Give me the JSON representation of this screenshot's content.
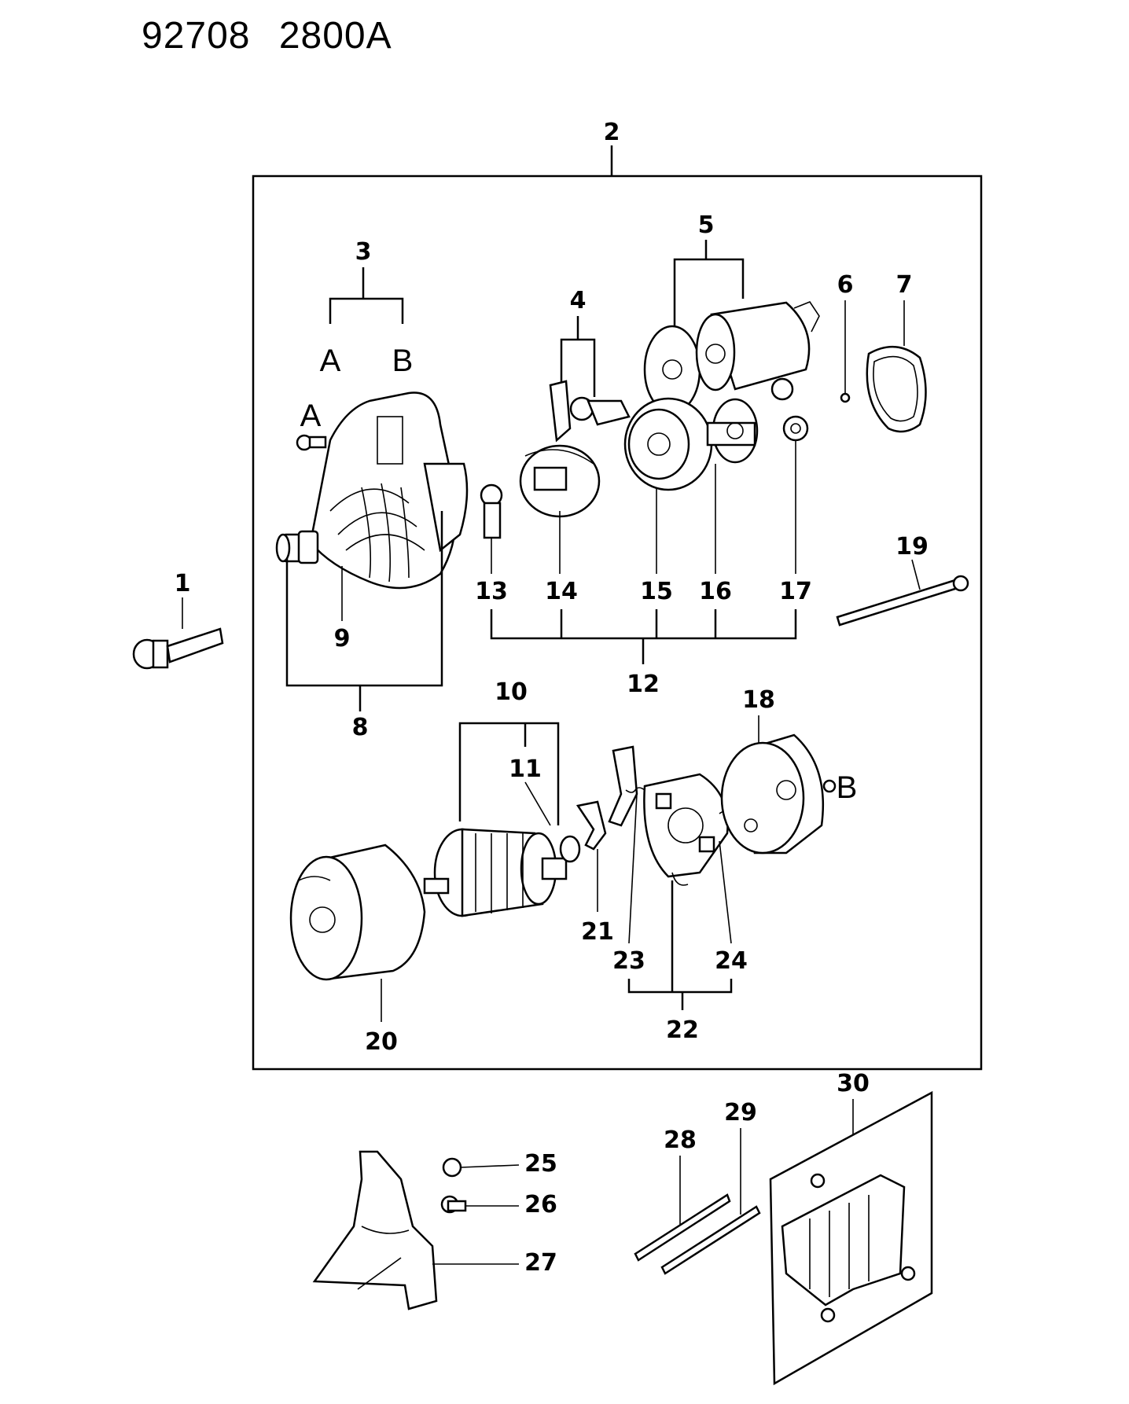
{
  "header": {
    "code_1": "92708",
    "code_2": "2800A"
  },
  "callouts": {
    "n1": "1",
    "n2": "2",
    "n3": "3",
    "n4": "4",
    "n5": "5",
    "n6": "6",
    "n7": "7",
    "n8": "8",
    "n9": "9",
    "n10": "10",
    "n11": "11",
    "n12": "12",
    "n13": "13",
    "n14": "14",
    "n15": "15",
    "n16": "16",
    "n17": "17",
    "n18": "18",
    "n19": "19",
    "n20": "20",
    "n21": "21",
    "n22": "22",
    "n23": "23",
    "n24": "24",
    "n25": "25",
    "n26": "26",
    "n27": "27",
    "n28": "28",
    "n29": "29",
    "n30": "30"
  },
  "letters": {
    "a_top": "A",
    "b_top": "B",
    "a_screw": "A",
    "b_screw": "B"
  }
}
